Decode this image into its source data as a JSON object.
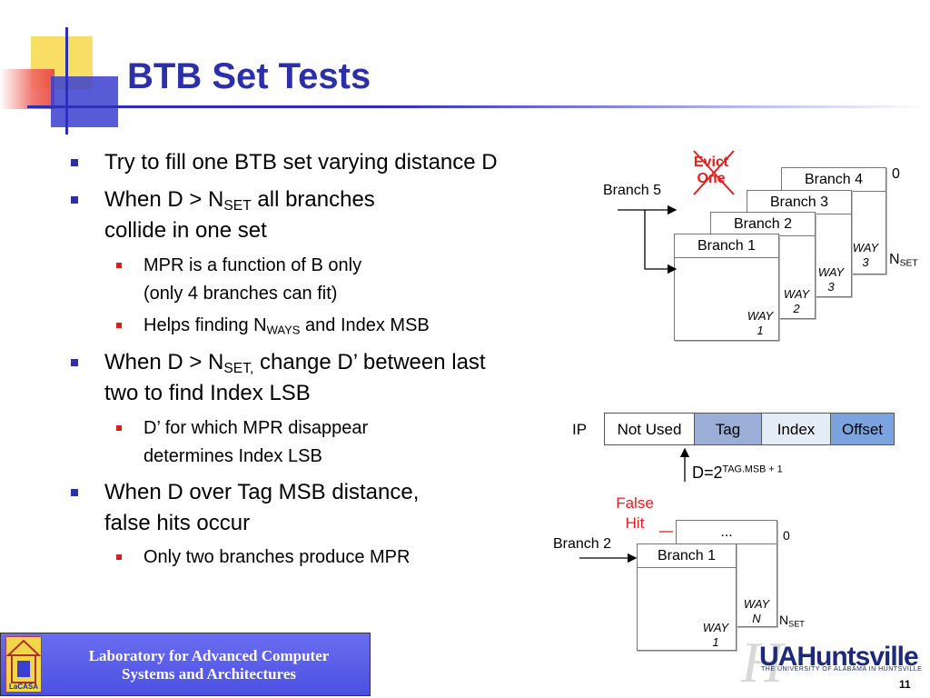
{
  "slide": {
    "title": "BTB Set Tests",
    "page_number": "11"
  },
  "bullets": {
    "b1": "Try to fill one BTB set varying distance D",
    "b2": {
      "pre": "When D > N",
      "sub": "SET",
      "post": " all branches",
      "line2": "collide in one set"
    },
    "b2_1": {
      "line1": "MPR is a function of B only",
      "line2": "(only 4 branches can fit)"
    },
    "b2_2": {
      "pre": "Helps finding N",
      "sub": "WAYS",
      "post": " and Index MSB"
    },
    "b3": {
      "pre": "When D > N",
      "sub": "SET,",
      "post": " change D’ between last",
      "line2": "two to find Index LSB"
    },
    "b3_1": {
      "line1": "D’ for which MPR disappear",
      "line2": "determines Index LSB"
    },
    "b4": {
      "line1": "When D over Tag MSB distance,",
      "line2": "false hits occur"
    },
    "b4_1": "Only two branches produce MPR"
  },
  "diagram_top": {
    "evict_line1": "Evict",
    "evict_line2": "One",
    "incoming": "Branch 5",
    "ways": [
      {
        "header": "Branch 1",
        "way": "WAY",
        "num": "1"
      },
      {
        "header": "Branch 2",
        "way": "WAY",
        "num": "2"
      },
      {
        "header": "Branch 3",
        "way": "WAY",
        "num": "3"
      },
      {
        "header": "Branch 4",
        "way": "WAY",
        "num": "3"
      }
    ],
    "zero_label": "0",
    "nset_main": "N",
    "nset_sub": "SET"
  },
  "ip_format": {
    "ip_label": "IP",
    "fields": [
      "Not Used",
      "Tag",
      "Index",
      "Offset"
    ],
    "field_colors": [
      "#ffffff",
      "#9aaed6",
      "#e4ecf8",
      "#7aa3e0"
    ],
    "d_label": "D=2",
    "d_exp": "TAG.MSB + 1"
  },
  "diagram_bottom": {
    "false_hit_line1": "False",
    "false_hit_line2": "Hit",
    "incoming": "Branch 2",
    "back_header": "...",
    "front_header": "Branch 1",
    "back_way": "WAY",
    "back_num": "N",
    "front_way": "WAY",
    "front_num": "1",
    "zero_label": "0",
    "nset_main": "N",
    "nset_sub": "SET"
  },
  "footer": {
    "lab_line1": "Laboratory for Advanced Computer",
    "lab_line2": "Systems and Architectures",
    "logo_text": "LaCASA",
    "univ": "UAHuntsville",
    "univ_sub": "THE UNIVERSITY OF ALABAMA IN HUNTSVILLE"
  },
  "colors": {
    "title": "#2b2fa8",
    "bullet1": "#2b2fa8",
    "bullet2": "#d62020",
    "warning": "#e02020"
  }
}
